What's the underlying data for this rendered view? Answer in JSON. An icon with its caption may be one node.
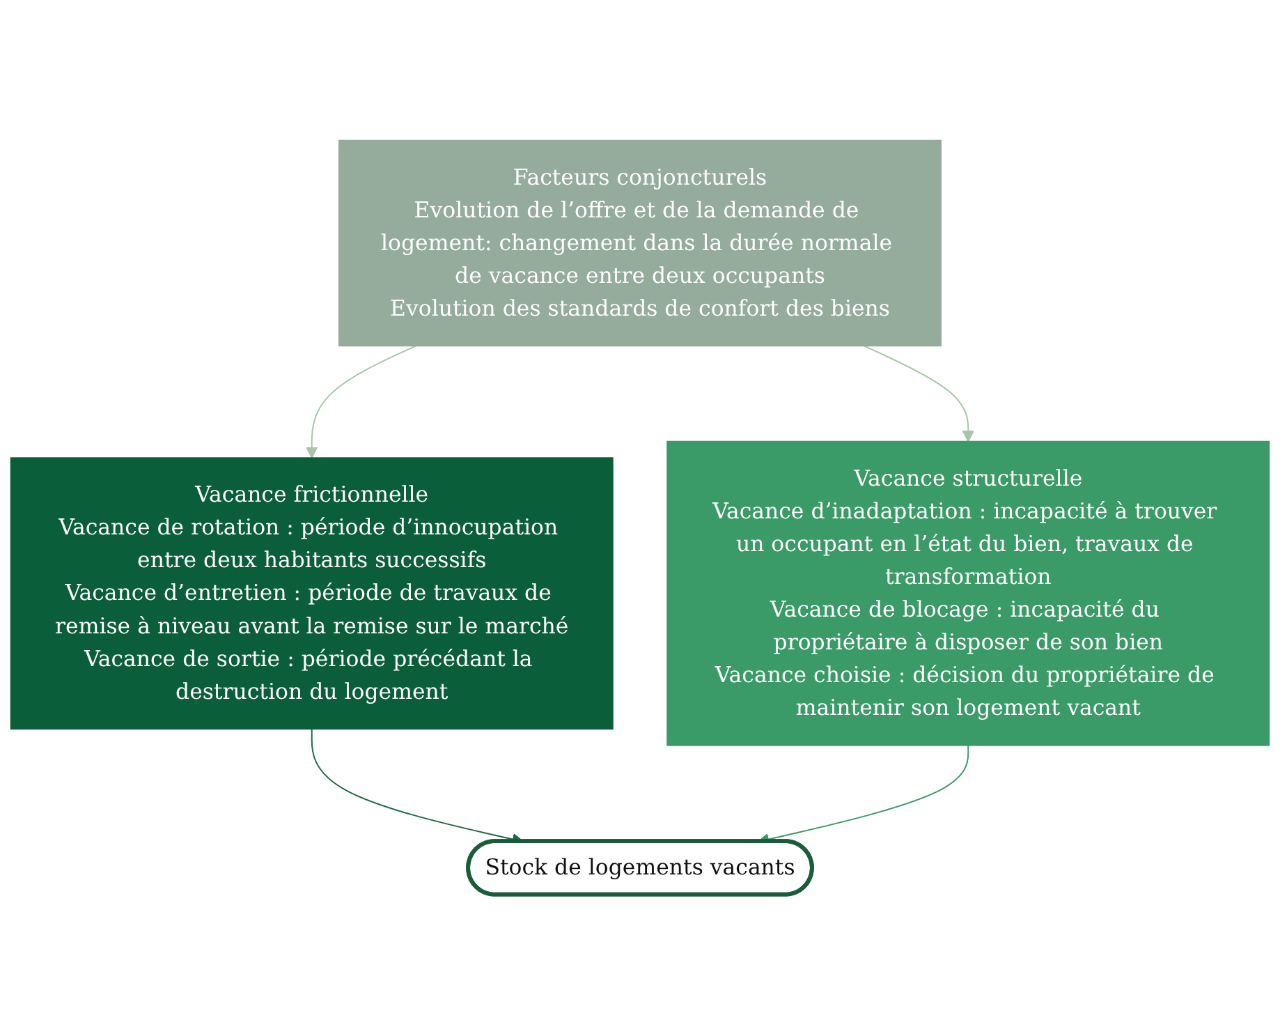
{
  "diagram": {
    "nodes": [
      {
        "text": [
          "Facteurs conjoncturels",
          "Evolution de l’offre et de la demande de logement: changement dans la durée normale de vacance entre deux occupants",
          "Evolution des standards de confort des biens"
        ]
      },
      {
        "text": [
          "Vacance frictionnelle",
          "Vacance de rotation : période d’innocupation entre deux habitants successifs",
          "Vacance d’entretien : période de travaux de remise à niveau avant la remise sur le marché",
          "Vacance de sortie : période précédant la destruction du logement"
        ]
      },
      {
        "text": [
          "Vacance structurelle",
          "Vacance d’inadaptation : incapacité à trouver un occupant en l’état du bien, travaux de transformation",
          "Vacance de blocage : incapacité du propriétaire à disposer de son bien",
          "Vacance choisie : décision du propriétaire de maintenir son logement vacant"
        ]
      },
      {
        "text": [
          "Stock de logements vacants"
        ]
      }
    ],
    "edges": [
      {
        "from": 0,
        "to": 1,
        "arrow": "to",
        "color": "#a9c4a9"
      },
      {
        "from": 0,
        "to": 2,
        "arrow": "to",
        "color": "#a9c4a9"
      },
      {
        "from": 1,
        "to": 3,
        "arrow": "to",
        "color": "#1d6b45"
      },
      {
        "from": 2,
        "to": 3,
        "arrow": "to",
        "color": "#3a9a68"
      }
    ]
  }
}
